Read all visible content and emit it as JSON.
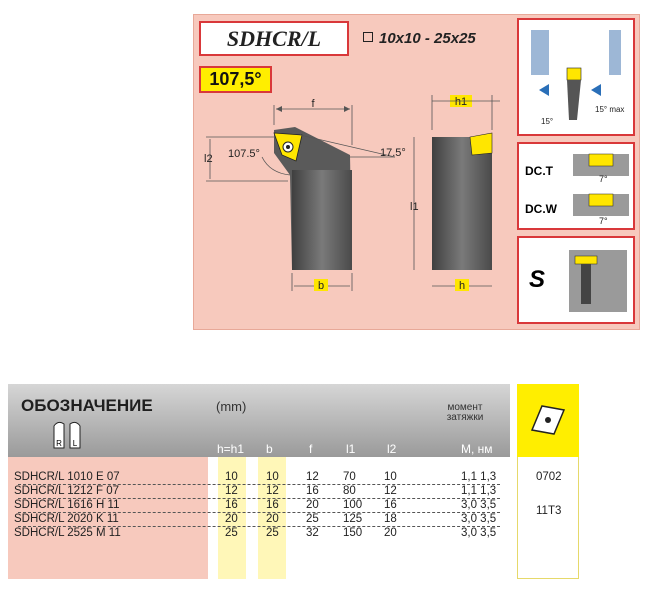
{
  "diagram": {
    "title": "SDHCR/L",
    "angle": "107,5°",
    "size_range": "10x10 - 25x25",
    "dims": {
      "f": "f",
      "h1": "h1",
      "l2": "l2",
      "l1": "l1",
      "b": "b",
      "h": "h"
    },
    "angles": {
      "a1": "107.5°",
      "a2": "17.5°",
      "a3": "15°",
      "a4": "15° max",
      "a5": "7°",
      "a6": "7°"
    },
    "options": {
      "dct": "DC.T",
      "dcw": "DC.W",
      "s": "S"
    }
  },
  "table": {
    "title": "ОБОЗНАЧЕНИЕ",
    "unit": "(mm)",
    "moment_label": "момент\nзатяжки",
    "rl": [
      "R",
      "L"
    ],
    "columns": [
      "h=h1",
      "b",
      "f",
      "l1",
      "l2",
      "M, нм"
    ],
    "rows": [
      {
        "code": "SDHCR/L  1010   E   07",
        "h": "10",
        "b": "10",
        "f": "12",
        "l1": "70",
        "l2": "10",
        "m": "1,1  1,3"
      },
      {
        "code": "SDHCR/L  1212   F   07",
        "h": "12",
        "b": "12",
        "f": "16",
        "l1": "80",
        "l2": "12",
        "m": "1,1  1,3"
      },
      {
        "code": "SDHCR/L  1616   H   11",
        "h": "16",
        "b": "16",
        "f": "20",
        "l1": "100",
        "l2": "16",
        "m": "3,0  3,5"
      },
      {
        "code": "SDHCR/L  2020   K   11",
        "h": "20",
        "b": "20",
        "f": "25",
        "l1": "125",
        "l2": "18",
        "m": "3,0  3,5"
      },
      {
        "code": "SDHCR/L  2525   M   11",
        "h": "25",
        "b": "25",
        "f": "32",
        "l1": "150",
        "l2": "20",
        "m": "3,0  3,5"
      }
    ],
    "inserts": [
      "0702",
      "11T3"
    ]
  }
}
